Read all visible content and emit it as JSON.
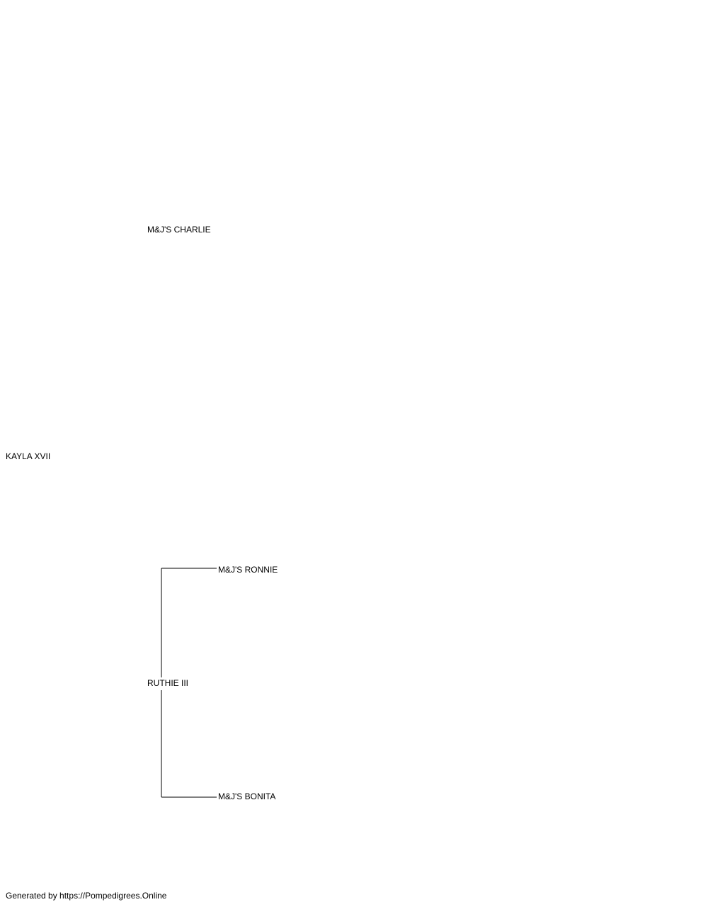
{
  "pedigree": {
    "subject": "KAYLA XVII",
    "sire": "M&J'S CHARLIE",
    "dam": {
      "name": "RUTHIE III",
      "sire": "M&J'S RONNIE",
      "dam": "M&J'S BONITA"
    }
  },
  "footer": "Generated by https://Pompedigrees.Online"
}
